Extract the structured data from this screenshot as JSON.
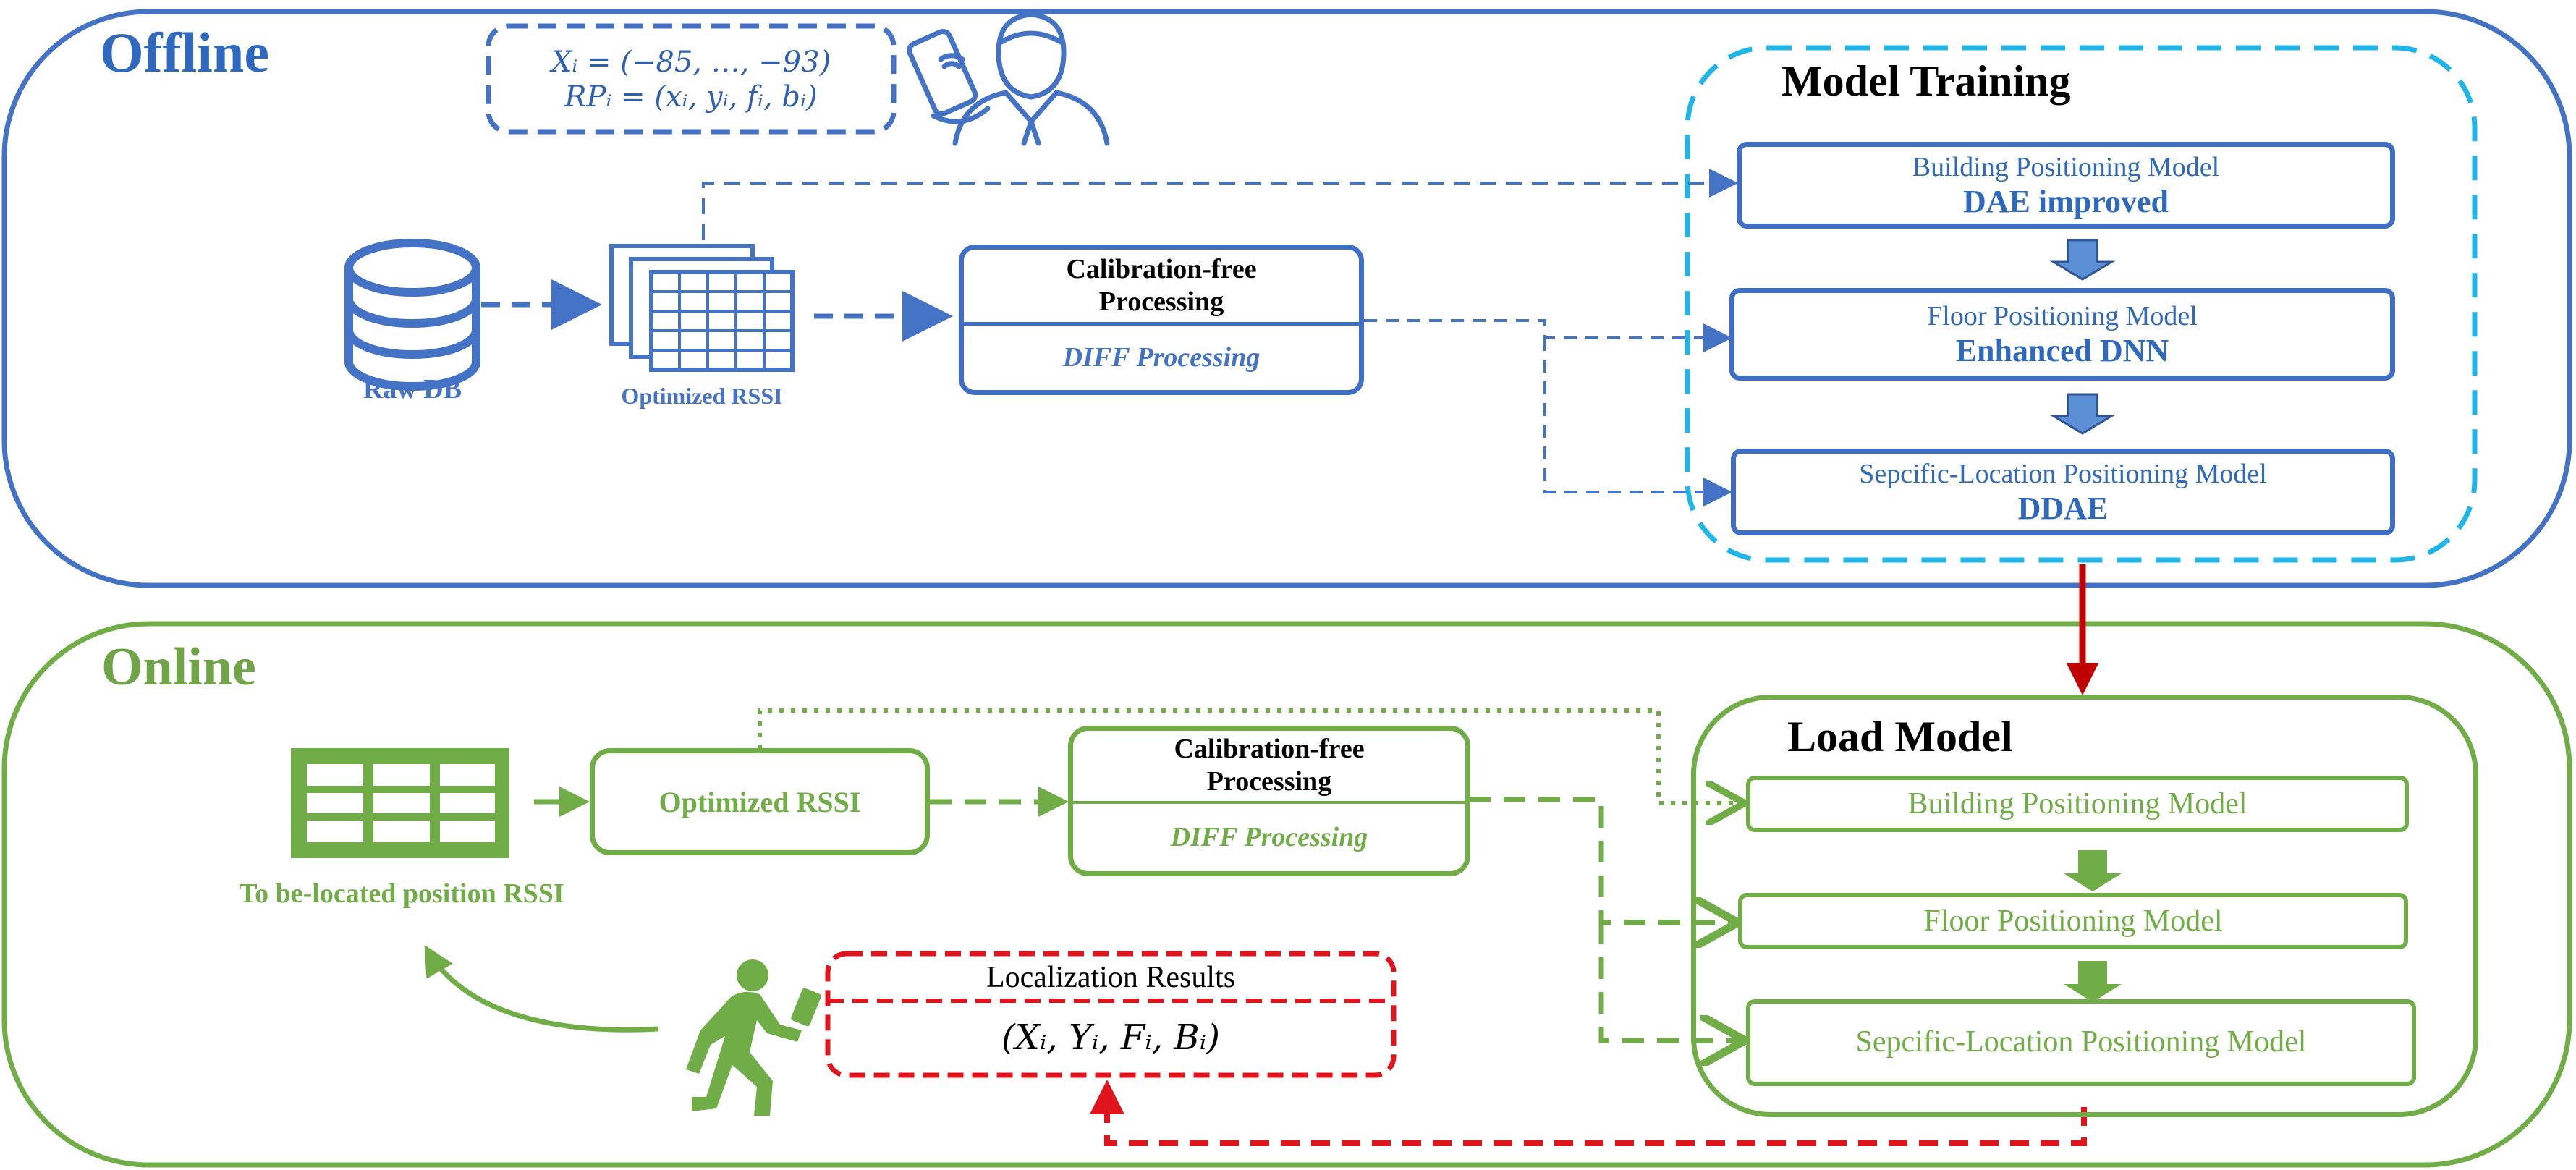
{
  "offline": {
    "title": "Offline",
    "formula_x": "Xᵢ = (−85, …, −93)",
    "formula_rp": "RPᵢ = (xᵢ, yᵢ, fᵢ, bᵢ)",
    "raw_db": "Raw DB",
    "optimized_rssi": "Optimized RSSI",
    "calib_title": "Calibration-free Processing",
    "calib_sub": "DIFF Processing",
    "model_training": "Model Training",
    "building_model": "Building Positioning Model",
    "building_method": "DAE improved",
    "floor_model": "Floor Positioning Model",
    "floor_method": "Enhanced DNN",
    "specific_model": "Sepcific-Location Positioning Model",
    "specific_method": "DDAE"
  },
  "online": {
    "title": "Online",
    "to_be_located": "To be-located position RSSI",
    "optimized_rssi": "Optimized RSSI",
    "calib_title": "Calibration-free Processing",
    "calib_sub": "DIFF Processing",
    "load_model": "Load Model",
    "building_model": "Building Positioning Model",
    "floor_model": "Floor Positioning Model",
    "specific_model": "Sepcific-Location Positioning Model",
    "results_title": "Localization Results",
    "results_formula": "(Xᵢ, Yᵢ, Fᵢ, Bᵢ)"
  },
  "colors": {
    "offline_blue": "#4472c4",
    "online_green": "#70ad47",
    "training_cyan": "#1fb5e8",
    "result_red": "#e0141c",
    "link_red": "#c00000"
  },
  "icons": [
    "database-icon",
    "rssi-stack-icon",
    "user-phone-icon",
    "grid-table-icon",
    "walking-person-icon"
  ]
}
